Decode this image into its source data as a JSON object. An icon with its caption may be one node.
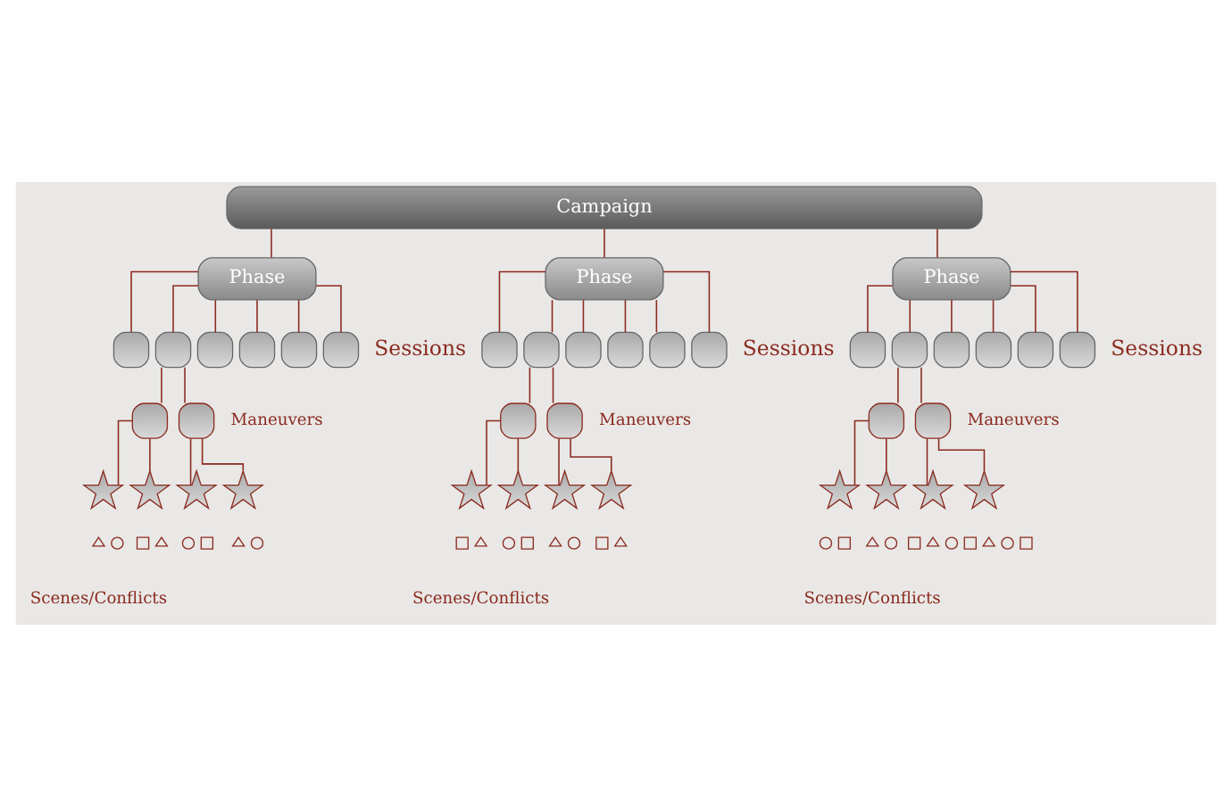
{
  "diagram": {
    "nodes": [
      {
        "text": [
          "Campaign"
        ]
      },
      {
        "text": [
          "Phase"
        ]
      },
      {
        "text": [
          "Phase"
        ]
      },
      {
        "text": [
          "Phase"
        ]
      },
      {
        "text": [],
        "shape": "box"
      },
      {
        "text": [],
        "shape": "box"
      },
      {
        "text": [],
        "shape": "box"
      },
      {
        "text": [],
        "shape": "box"
      },
      {
        "text": [],
        "shape": "box"
      },
      {
        "text": [],
        "shape": "box"
      },
      {
        "text": [],
        "shape": "box"
      },
      {
        "text": [],
        "shape": "box"
      },
      {
        "text": [],
        "shape": "box"
      },
      {
        "text": [],
        "shape": "box"
      },
      {
        "text": [],
        "shape": "box"
      },
      {
        "text": [],
        "shape": "box"
      },
      {
        "text": [],
        "shape": "box"
      },
      {
        "text": [],
        "shape": "box"
      },
      {
        "text": [],
        "shape": "box"
      },
      {
        "text": [],
        "shape": "box"
      },
      {
        "text": [],
        "shape": "box"
      },
      {
        "text": [],
        "shape": "box"
      },
      {
        "text": [],
        "shape": "box"
      },
      {
        "text": [],
        "shape": "box"
      },
      {
        "text": [],
        "shape": "box"
      },
      {
        "text": [],
        "shape": "box"
      },
      {
        "text": [],
        "shape": "box"
      },
      {
        "text": [],
        "shape": "box"
      },
      {
        "text": [],
        "shape": "star"
      },
      {
        "text": [],
        "shape": "star"
      },
      {
        "text": [],
        "shape": "star"
      },
      {
        "text": [],
        "shape": "star"
      },
      {
        "text": [],
        "shape": "star"
      },
      {
        "text": [],
        "shape": "star"
      },
      {
        "text": [],
        "shape": "star"
      },
      {
        "text": [],
        "shape": "star"
      },
      {
        "text": [],
        "shape": "star"
      },
      {
        "text": [],
        "shape": "star"
      },
      {
        "text": [],
        "shape": "star"
      },
      {
        "text": [],
        "shape": "star"
      },
      {
        "text": [],
        "shape": "triangle"
      },
      {
        "text": [],
        "shape": "circle"
      },
      {
        "text": [],
        "shape": "box"
      },
      {
        "text": [],
        "shape": "triangle"
      },
      {
        "text": [],
        "shape": "circle"
      },
      {
        "text": [],
        "shape": "box"
      },
      {
        "text": [],
        "shape": "triangle"
      },
      {
        "text": [],
        "shape": "circle"
      },
      {
        "text": [],
        "shape": "box"
      },
      {
        "text": [],
        "shape": "triangle"
      },
      {
        "text": [],
        "shape": "circle"
      },
      {
        "text": [],
        "shape": "box"
      },
      {
        "text": [],
        "shape": "triangle"
      },
      {
        "text": [],
        "shape": "circle"
      },
      {
        "text": [],
        "shape": "box"
      },
      {
        "text": [],
        "shape": "triangle"
      },
      {
        "text": [],
        "shape": "circle"
      },
      {
        "text": [],
        "shape": "box"
      },
      {
        "text": [],
        "shape": "triangle"
      },
      {
        "text": [],
        "shape": "circle"
      },
      {
        "text": [],
        "shape": "box"
      },
      {
        "text": [],
        "shape": "triangle"
      },
      {
        "text": [],
        "shape": "circle"
      },
      {
        "text": [],
        "shape": "box"
      },
      {
        "text": [],
        "shape": "triangle"
      },
      {
        "text": [],
        "shape": "circle"
      },
      {
        "text": [],
        "shape": "box"
      }
    ],
    "edges": [
      {
        "from": 0,
        "to": 1,
        "arrow": "none"
      },
      {
        "from": 0,
        "to": 2,
        "arrow": "none"
      },
      {
        "from": 0,
        "to": 3,
        "arrow": "none"
      },
      {
        "from": 1,
        "to": 4,
        "arrow": "none"
      },
      {
        "from": 1,
        "to": 5,
        "arrow": "none"
      },
      {
        "from": 1,
        "to": 6,
        "arrow": "none"
      },
      {
        "from": 1,
        "to": 7,
        "arrow": "none"
      },
      {
        "from": 1,
        "to": 8,
        "arrow": "none"
      },
      {
        "from": 1,
        "to": 9,
        "arrow": "none"
      },
      {
        "from": 2,
        "to": 10,
        "arrow": "none"
      },
      {
        "from": 2,
        "to": 11,
        "arrow": "none"
      },
      {
        "from": 2,
        "to": 12,
        "arrow": "none"
      },
      {
        "from": 2,
        "to": 13,
        "arrow": "none"
      },
      {
        "from": 2,
        "to": 14,
        "arrow": "none"
      },
      {
        "from": 2,
        "to": 15,
        "arrow": "none"
      },
      {
        "from": 3,
        "to": 16,
        "arrow": "none"
      },
      {
        "from": 3,
        "to": 17,
        "arrow": "none"
      },
      {
        "from": 3,
        "to": 18,
        "arrow": "none"
      },
      {
        "from": 3,
        "to": 19,
        "arrow": "none"
      },
      {
        "from": 3,
        "to": 20,
        "arrow": "none"
      },
      {
        "from": 3,
        "to": 21,
        "arrow": "none"
      },
      {
        "from": 5,
        "to": 22,
        "arrow": "none"
      },
      {
        "from": 5,
        "to": 23,
        "arrow": "none"
      },
      {
        "from": 11,
        "to": 24,
        "arrow": "none"
      },
      {
        "from": 11,
        "to": 25,
        "arrow": "none"
      },
      {
        "from": 17,
        "to": 26,
        "arrow": "none"
      },
      {
        "from": 17,
        "to": 27,
        "arrow": "none"
      },
      {
        "from": 22,
        "to": 28,
        "arrow": "none"
      },
      {
        "from": 22,
        "to": 29,
        "arrow": "none"
      },
      {
        "from": 23,
        "to": 30,
        "arrow": "none"
      },
      {
        "from": 23,
        "to": 31,
        "arrow": "none"
      },
      {
        "from": 24,
        "to": 32,
        "arrow": "none"
      },
      {
        "from": 24,
        "to": 33,
        "arrow": "none"
      },
      {
        "from": 25,
        "to": 34,
        "arrow": "none"
      },
      {
        "from": 25,
        "to": 35,
        "arrow": "none"
      },
      {
        "from": 26,
        "to": 36,
        "arrow": "none"
      },
      {
        "from": 26,
        "to": 37,
        "arrow": "none"
      },
      {
        "from": 27,
        "to": 38,
        "arrow": "none"
      },
      {
        "from": 27,
        "to": 39,
        "arrow": "none"
      }
    ],
    "labels": [
      "Sessions",
      "Sessions",
      "Sessions",
      "Maneuvers",
      "Maneuvers",
      "Maneuvers",
      "Scenes/Conflicts",
      "Scenes/Conflicts",
      "Scenes/Conflicts"
    ]
  }
}
